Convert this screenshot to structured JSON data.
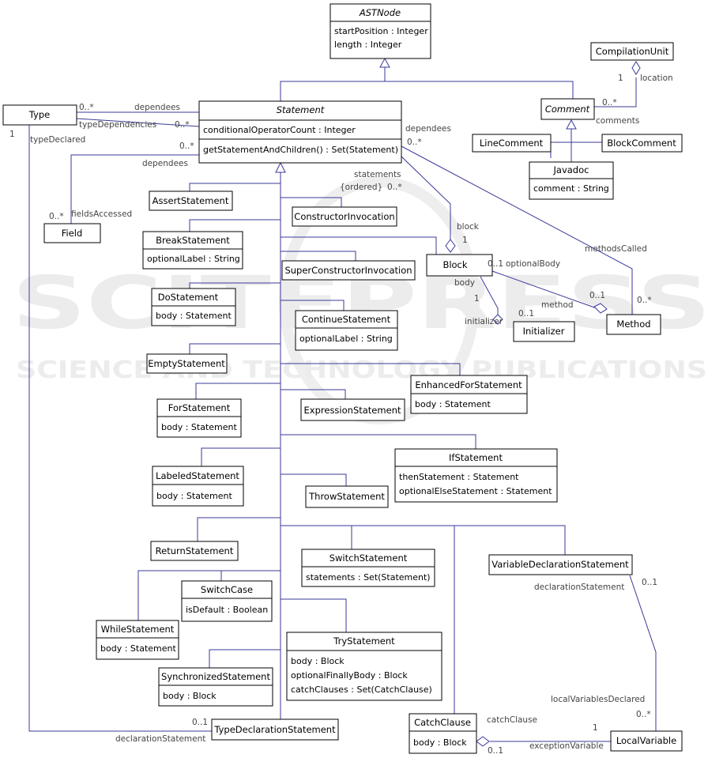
{
  "watermark": {
    "main": "SCITEPRESS",
    "sub": "SCIENCE AND TECHNOLOGY PUBLICATIONS"
  },
  "classes": {
    "ASTNode": {
      "name": "ASTNode",
      "abstract": true,
      "attrs": [
        "startPosition : Integer",
        "length : Integer"
      ]
    },
    "CompilationUnit": {
      "name": "CompilationUnit",
      "abstract": false,
      "attrs": []
    },
    "Type": {
      "name": "Type",
      "abstract": false,
      "attrs": []
    },
    "Statement": {
      "name": "Statement",
      "abstract": true,
      "attrs": [
        "conditionalOperatorCount : Integer"
      ],
      "ops": [
        "getStatementAndChildren() : Set(Statement)"
      ]
    },
    "Comment": {
      "name": "Comment",
      "abstract": true,
      "attrs": []
    },
    "LineComment": {
      "name": "LineComment",
      "abstract": false,
      "attrs": []
    },
    "BlockComment": {
      "name": "BlockComment",
      "abstract": false,
      "attrs": []
    },
    "Javadoc": {
      "name": "Javadoc",
      "abstract": false,
      "attrs": [
        "comment : String"
      ]
    },
    "AssertStatement": {
      "name": "AssertStatement",
      "abstract": false,
      "attrs": []
    },
    "Field": {
      "name": "Field",
      "abstract": false,
      "attrs": []
    },
    "ConstructorInvocation": {
      "name": "ConstructorInvocation",
      "abstract": false,
      "attrs": []
    },
    "BreakStatement": {
      "name": "BreakStatement",
      "abstract": false,
      "attrs": [
        "optionalLabel : String"
      ]
    },
    "SuperConstructorInvocation": {
      "name": "SuperConstructorInvocation",
      "abstract": false,
      "attrs": []
    },
    "Block": {
      "name": "Block",
      "abstract": false,
      "attrs": []
    },
    "DoStatement": {
      "name": "DoStatement",
      "abstract": false,
      "attrs": [
        "body : Statement"
      ]
    },
    "ContinueStatement": {
      "name": "ContinueStatement",
      "abstract": false,
      "attrs": [
        "optionalLabel : String"
      ]
    },
    "Initializer": {
      "name": "Initializer",
      "abstract": false,
      "attrs": []
    },
    "Method": {
      "name": "Method",
      "abstract": false,
      "attrs": []
    },
    "EmptyStatement": {
      "name": "EmptyStatement",
      "abstract": false,
      "attrs": []
    },
    "EnhancedForStatement": {
      "name": "EnhancedForStatement",
      "abstract": false,
      "attrs": [
        "body : Statement"
      ]
    },
    "ForStatement": {
      "name": "ForStatement",
      "abstract": false,
      "attrs": [
        "body : Statement"
      ]
    },
    "ExpressionStatement": {
      "name": "ExpressionStatement",
      "abstract": false,
      "attrs": []
    },
    "IfStatement": {
      "name": "IfStatement",
      "abstract": false,
      "attrs": [
        "thenStatement : Statement",
        "optionalElseStatement : Statement"
      ]
    },
    "LabeledStatement": {
      "name": "LabeledStatement",
      "abstract": false,
      "attrs": [
        "body : Statement"
      ]
    },
    "ThrowStatement": {
      "name": "ThrowStatement",
      "abstract": false,
      "attrs": []
    },
    "ReturnStatement": {
      "name": "ReturnStatement",
      "abstract": false,
      "attrs": []
    },
    "SwitchStatement": {
      "name": "SwitchStatement",
      "abstract": false,
      "attrs": [
        "statements : Set(Statement)"
      ]
    },
    "VariableDeclarationStatement": {
      "name": "VariableDeclarationStatement",
      "abstract": false,
      "attrs": []
    },
    "SwitchCase": {
      "name": "SwitchCase",
      "abstract": false,
      "attrs": [
        "isDefault : Boolean"
      ]
    },
    "WhileStatement": {
      "name": "WhileStatement",
      "abstract": false,
      "attrs": [
        "body : Statement"
      ]
    },
    "TryStatement": {
      "name": "TryStatement",
      "abstract": false,
      "attrs": [
        "body : Block",
        "optionalFinallyBody : Block",
        "catchClauses : Set(CatchClause)"
      ]
    },
    "SynchronizedStatement": {
      "name": "SynchronizedStatement",
      "abstract": false,
      "attrs": [
        "body : Block"
      ]
    },
    "TypeDeclarationStatement": {
      "name": "TypeDeclarationStatement",
      "abstract": false,
      "attrs": []
    },
    "CatchClause": {
      "name": "CatchClause",
      "abstract": false,
      "attrs": [
        "body : Block"
      ]
    },
    "LocalVariable": {
      "name": "LocalVariable",
      "abstract": false,
      "attrs": []
    }
  },
  "labels": {
    "l1": "0..*",
    "l2": "dependees",
    "l3": "typeDependencies",
    "l4": "0..*",
    "l5": "1",
    "l6": "typeDeclared",
    "l7": "0..*",
    "l8": "dependees",
    "l9": "1",
    "l10": "location",
    "l11": "0..*",
    "l12": "comments",
    "l13": "dependees",
    "l14": "0..*",
    "l15": "statements",
    "l16": "{ordered}",
    "l17": "0..*",
    "l18": "0..*",
    "l19": "fieldsAccessed",
    "l20": "block",
    "l21": "1",
    "l22": "methodsCalled",
    "l23": "0..1",
    "l24": "optionalBody",
    "l25": "body",
    "l26": "1",
    "l27": "0..1",
    "l28": "method",
    "l29": "initializer",
    "l30": "0..1",
    "l31": "0..*",
    "l32": "declarationStatement",
    "l33": "0..1",
    "l34": "localVariablesDeclared",
    "l35": "0..*",
    "l36": "0..1",
    "l37": "declarationStatement",
    "l38": "catchClause",
    "l39": "1",
    "l40": "exceptionVariable",
    "l41": "0..1"
  }
}
